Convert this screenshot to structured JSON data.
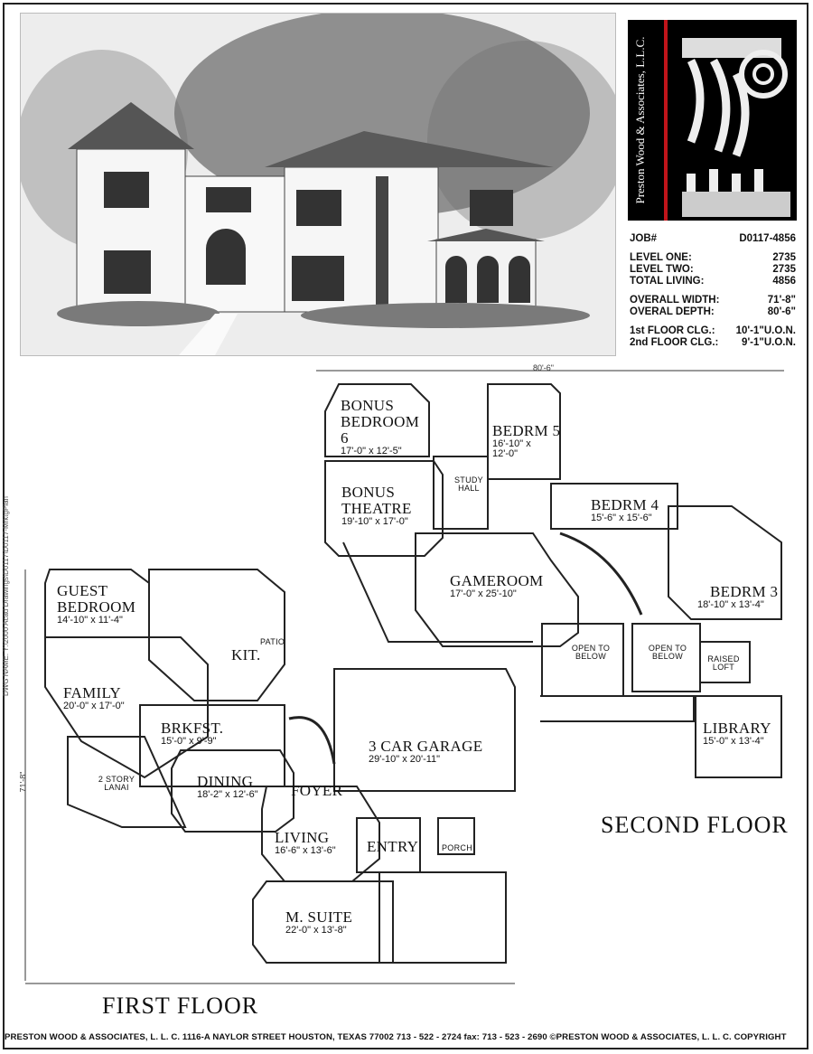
{
  "drawing_name": "DWG NAME: Y:\\2000 Acad Drawings\\D0117\\D0117-MrktgPlan",
  "logo_text": "Preston Wood & Associates, L.L.C.",
  "specs": {
    "job_label": "JOB#",
    "job_value": "D0117-4856",
    "level_one_label": "LEVEL ONE:",
    "level_one_value": "2735",
    "level_two_label": "LEVEL TWO:",
    "level_two_value": "2735",
    "total_label": "TOTAL LIVING:",
    "total_value": "4856",
    "width_label": "OVERALL WIDTH:",
    "width_value": "71'-8\"",
    "depth_label": "OVERAL DEPTH:",
    "depth_value": "80'-6\"",
    "clg1_label": "1st FLOOR CLG.:",
    "clg1_value": "10'-1\"U.O.N.",
    "clg2_label": "2nd FLOOR CLG.:",
    "clg2_value": "9'-1\"U.O.N."
  },
  "dims": {
    "top": "80'-6\"",
    "left": "71'-8\""
  },
  "second_floor": {
    "title": "SECOND FLOOR",
    "bonus_bed": {
      "name": "BONUS BEDROOM 6",
      "dim": "17'-0\" x 12'-5\""
    },
    "bed5": {
      "name": "BEDRM 5",
      "dim": "16'-10\" x 12'-0\""
    },
    "study": {
      "name": "STUDY HALL"
    },
    "theatre": {
      "name": "BONUS THEATRE",
      "dim": "19'-10\" x 17'-0\""
    },
    "bed4": {
      "name": "BEDRM 4",
      "dim": "15'-6\" x 15'-6\""
    },
    "gameroom": {
      "name": "GAMEROOM",
      "dim": "17'-0\" x 25'-10\""
    },
    "bed3": {
      "name": "BEDRM 3",
      "dim": "18'-10\" x 13'-4\""
    },
    "open1": {
      "name": "OPEN TO BELOW"
    },
    "open2": {
      "name": "OPEN TO BELOW"
    },
    "loft": {
      "name": "RAISED LOFT"
    },
    "library": {
      "name": "LIBRARY",
      "dim": "15'-0\" x 13'-4\""
    }
  },
  "first_floor": {
    "title": "FIRST FLOOR",
    "guest": {
      "name": "GUEST BEDROOM",
      "dim": "14'-10\" x 11'-4\""
    },
    "kit": {
      "name": "KIT."
    },
    "patio": {
      "name": "PATIO"
    },
    "family": {
      "name": "FAMILY",
      "dim": "20'-0\" x 17'-0\""
    },
    "brkfst": {
      "name": "BRKFST.",
      "dim": "15'-0\" x 9'-9\""
    },
    "garage": {
      "name": "3 CAR GARAGE",
      "dim": "29'-10\" x 20'-11\""
    },
    "lanai": {
      "name": "2 STORY LANAI"
    },
    "dining": {
      "name": "DINING",
      "dim": "18'-2\" x 12'-6\""
    },
    "foyer": {
      "name": "FOYER"
    },
    "living": {
      "name": "LIVING",
      "dim": "16'-6\" x 13'-6\""
    },
    "entry": {
      "name": "ENTRY"
    },
    "porch": {
      "name": "PORCH"
    },
    "msuite": {
      "name": "M. SUITE",
      "dim": "22'-0\" x 13'-8\""
    }
  },
  "footer": "PRESTON WOOD & ASSOCIATES, L. L. C.    1116-A NAYLOR STREET    HOUSTON, TEXAS 77002    713 - 522 - 2724    fax: 713 - 523 - 2690 ©PRESTON WOOD & ASSOCIATES, L. L. C. COPYRIGHT"
}
